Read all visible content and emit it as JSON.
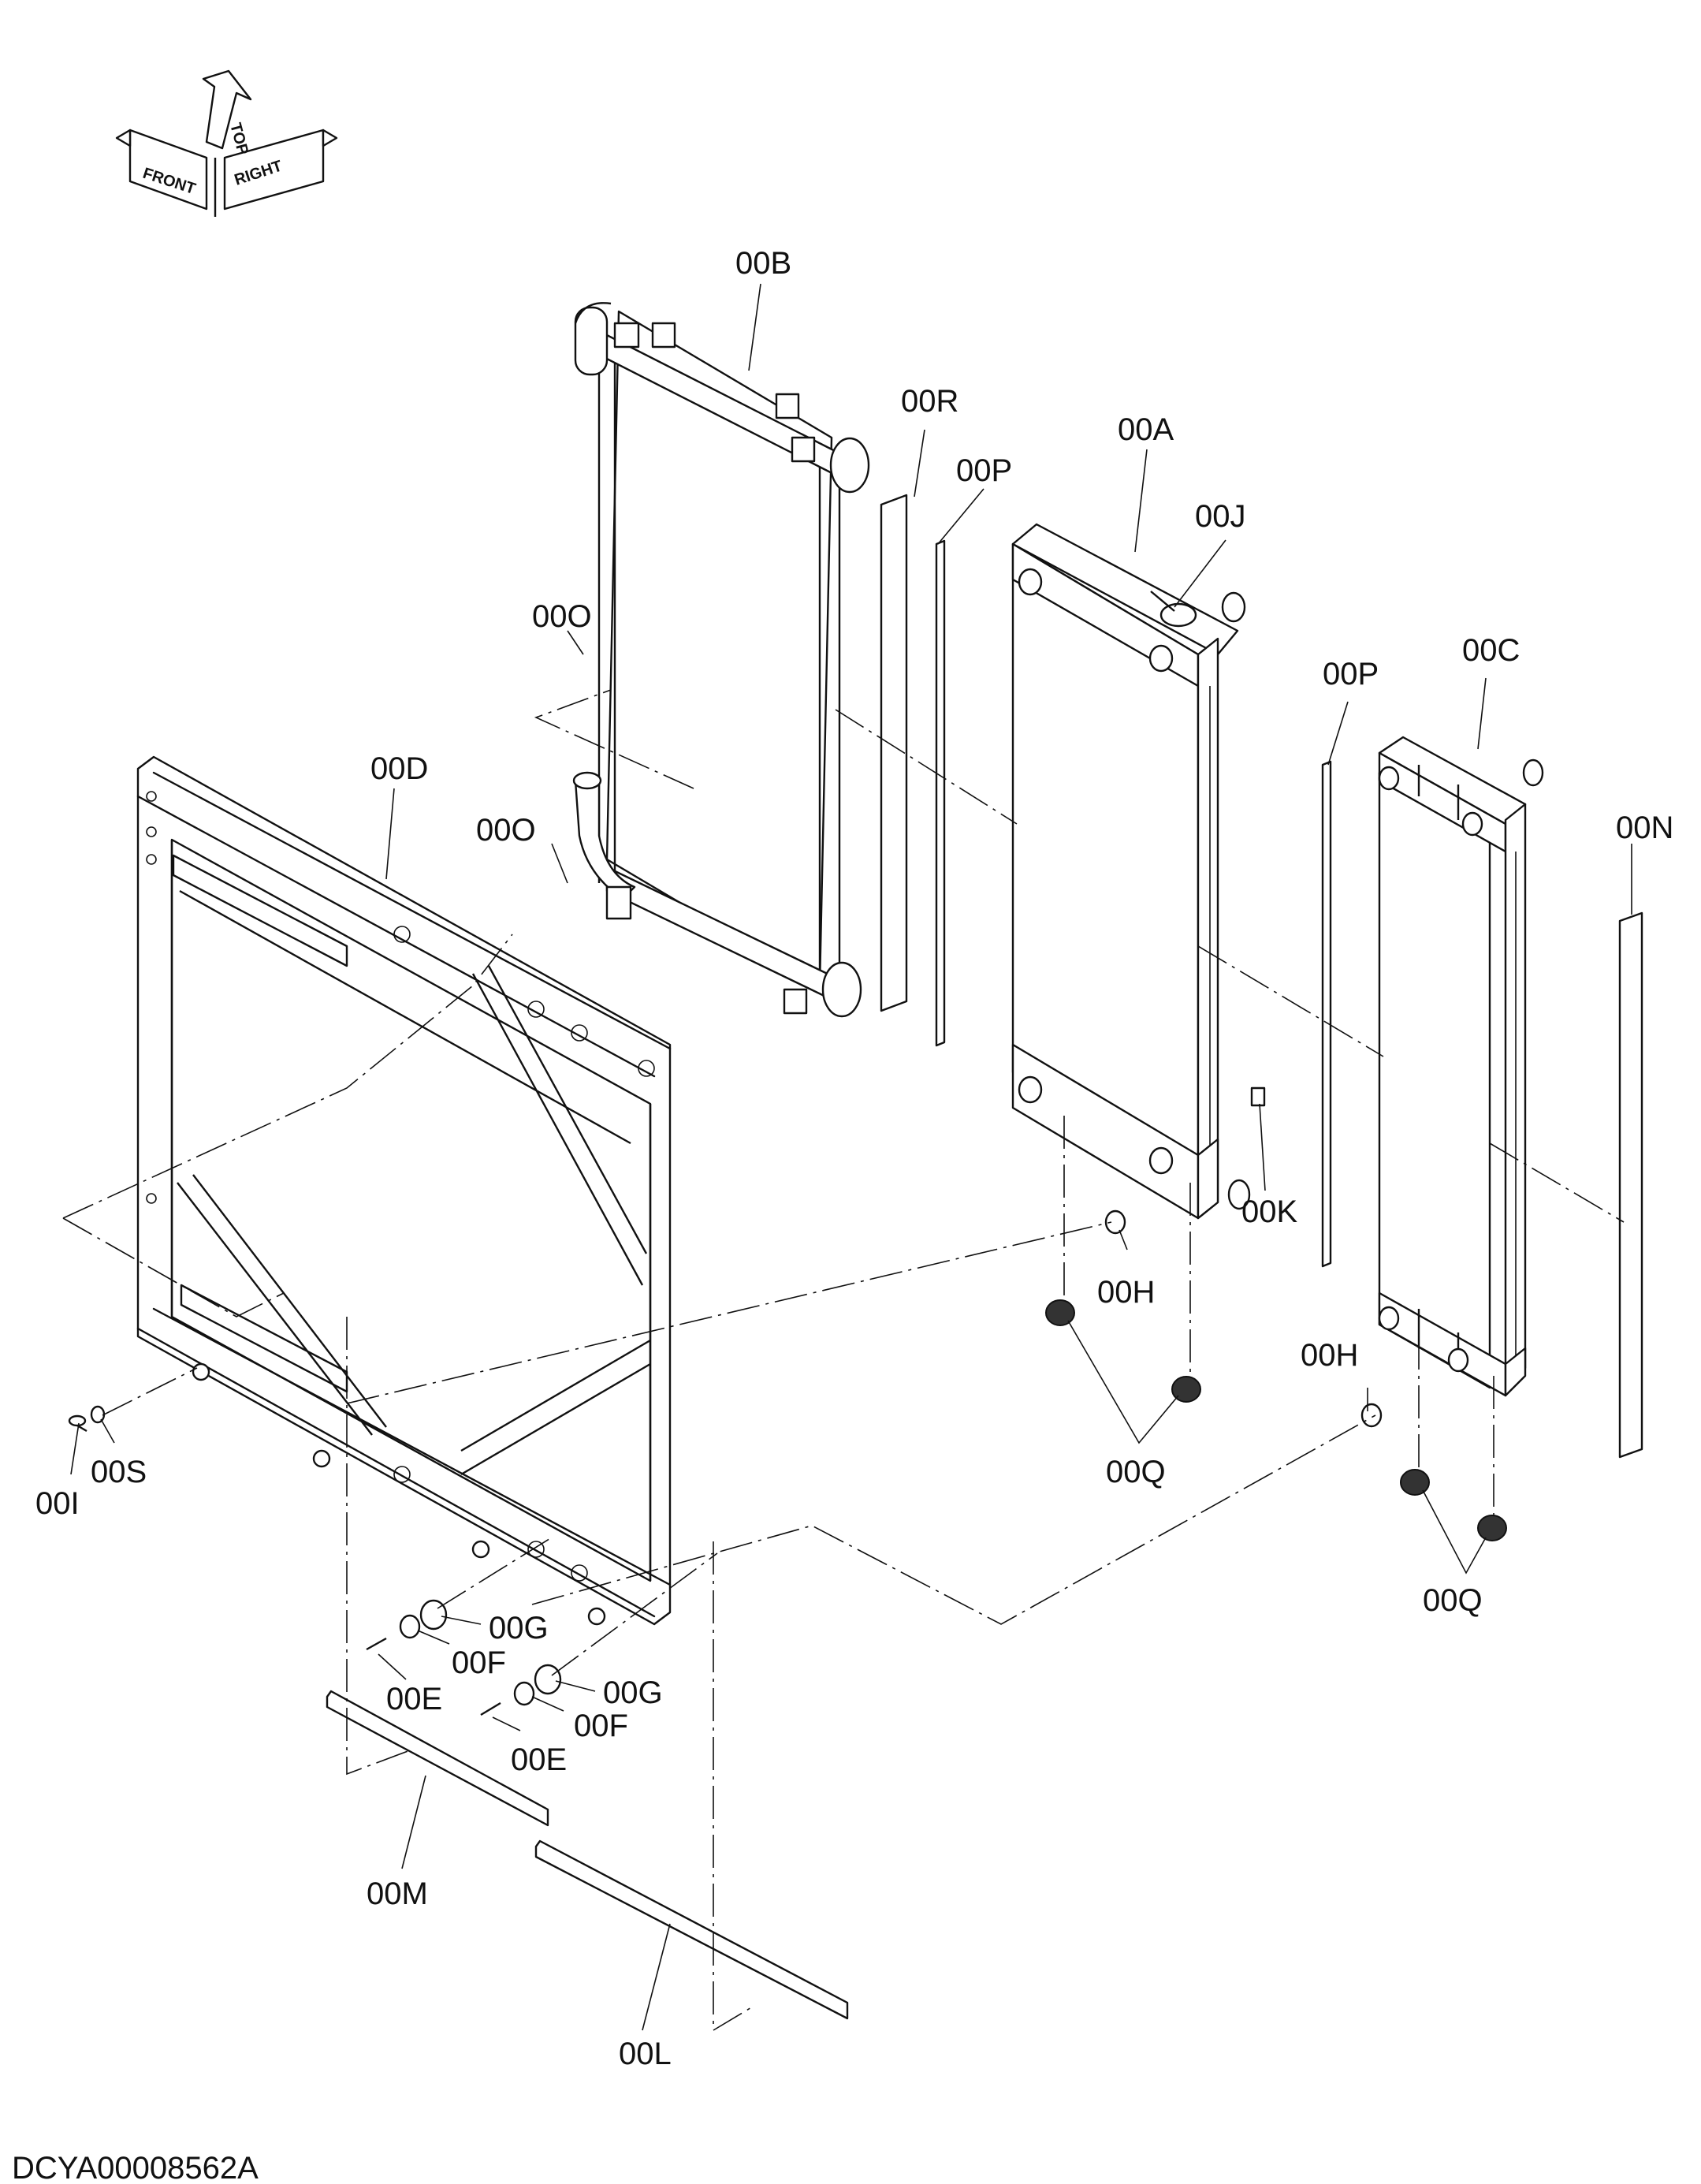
{
  "drawing_code": "DCYA00008562A",
  "orientation": {
    "front": "FRONT",
    "top": "TOP",
    "right": "RIGHT"
  },
  "callouts": {
    "00A": "00A",
    "00B": "00B",
    "00C": "00C",
    "00D": "00D",
    "00E": "00E",
    "00F": "00F",
    "00G": "00G",
    "00H": "00H",
    "00I": "00I",
    "00J": "00J",
    "00K": "00K",
    "00L": "00L",
    "00M": "00M",
    "00N": "00N",
    "00O": "00O",
    "00P": "00P",
    "00Q": "00Q",
    "00R": "00R",
    "00S": "00S"
  }
}
